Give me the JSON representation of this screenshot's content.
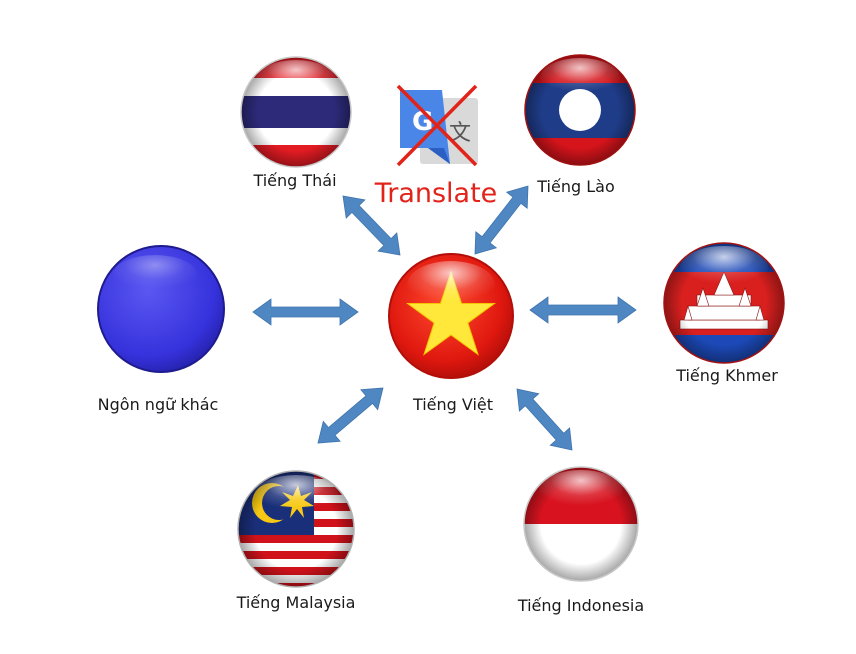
{
  "colors": {
    "arrow": "#4f87c3",
    "red_accent": "#e2231a",
    "other_circle": "#3a36e0"
  },
  "center": {
    "label": "Tiếng Việt",
    "flag": "vietnam-flag"
  },
  "nodes": [
    {
      "id": "thai",
      "label": "Tiếng Thái",
      "flag": "thailand-flag"
    },
    {
      "id": "lao",
      "label": "Tiếng Lào",
      "flag": "laos-flag"
    },
    {
      "id": "khmer",
      "label": "Tiếng Khmer",
      "flag": "cambodia-flag"
    },
    {
      "id": "indonesia",
      "label": "Tiếng Indonesia",
      "flag": "indonesia-flag"
    },
    {
      "id": "malaysia",
      "label": "Tiếng Malaysia",
      "flag": "malaysia-flag"
    },
    {
      "id": "other",
      "label": "Ngôn ngữ khác",
      "flag": "blue-circle"
    }
  ],
  "translate": {
    "text": "Translate",
    "icon": "google-translate-icon"
  }
}
